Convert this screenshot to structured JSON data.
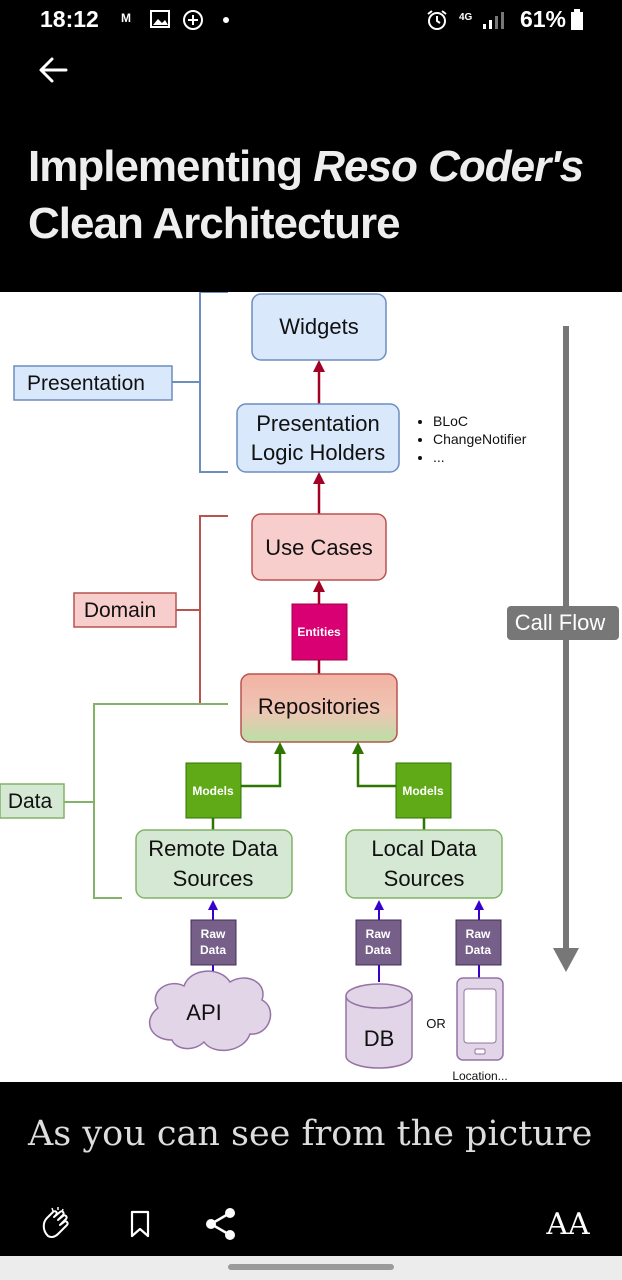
{
  "status_bar": {
    "time": "18:12",
    "network": "4G",
    "battery": "61%"
  },
  "article": {
    "title_part1": "Implementing ",
    "title_italic": "Reso Coder's",
    "title_part2": " Clean Architecture",
    "caption": "As you can see from the picture"
  },
  "diagram": {
    "layers": {
      "presentation": "Presentation",
      "domain": "Domain",
      "data": "Data"
    },
    "nodes": {
      "widgets": "Widgets",
      "plh_line1": "Presentation",
      "plh_line2": "Logic Holders",
      "use_cases": "Use Cases",
      "repositories": "Repositories",
      "remote_line1": "Remote Data",
      "remote_line2": "Sources",
      "local_line1": "Local Data",
      "local_line2": "Sources",
      "api": "API",
      "db": "DB",
      "or": "OR",
      "location": "Location..."
    },
    "tags": {
      "entities": "Entities",
      "models": "Models",
      "raw_line1": "Raw",
      "raw_line2": "Data"
    },
    "bullets": [
      "BLoC",
      "ChangeNotifier",
      "..."
    ],
    "call_flow": "Call Flow"
  },
  "toolbar": {
    "font_size_label": "AA"
  },
  "colors": {
    "presentation_fill": "#dae8fc",
    "presentation_stroke": "#6c8ebf",
    "domain_fill": "#f8cecc",
    "domain_stroke": "#b85450",
    "data_fill": "#d5e8d4",
    "data_stroke": "#82b366",
    "entities": "#d80073",
    "models": "#60a917",
    "raw_data": "#76608a",
    "source_fill": "#e1d5e7",
    "source_stroke": "#9673a6"
  }
}
